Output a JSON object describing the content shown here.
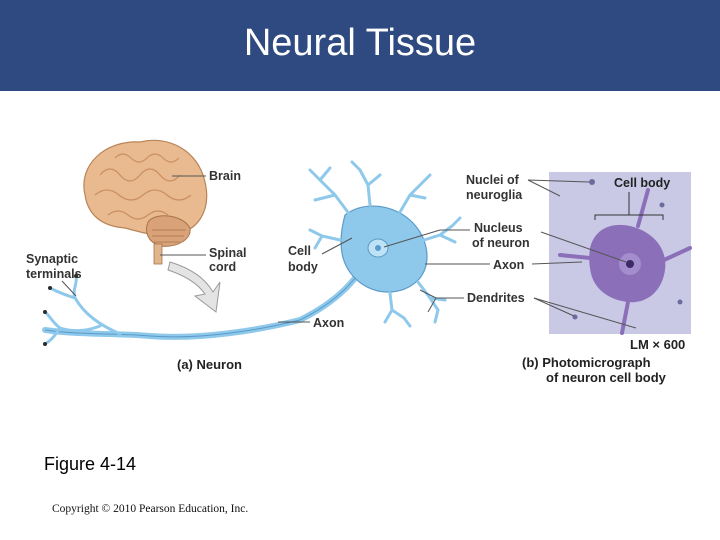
{
  "slide": {
    "title": "Neural Tissue",
    "figure_caption": "Figure 4-14",
    "copyright": "Copyright © 2010 Pearson Education, Inc."
  },
  "diagram": {
    "labels": {
      "brain": "Brain",
      "spinal_line1": "Spinal",
      "spinal_line2": "cord",
      "synaptic_line1": "Synaptic",
      "synaptic_line2": "terminals",
      "cell_line1": "Cell",
      "cell_line2": "body",
      "axon_left": "Axon",
      "caption_a": "(a) Neuron",
      "nuclei_line1": "Nuclei of",
      "nuclei_line2": "neuroglia",
      "nucleus_line1": "Nucleus",
      "nucleus_line2": "of neuron",
      "axon_right": "Axon",
      "dendrites": "Dendrites",
      "cell_body_photo": "Cell body",
      "magnification": "LM × 600",
      "caption_b_line1": "(b) Photomicrograph",
      "caption_b_line2": "of neuron cell body"
    },
    "colors": {
      "title_bar": "#2e4a80",
      "neuron_blue": "#8ec9ec",
      "brain": "#e9b98f",
      "micrograph_bg": "#c9c9e6",
      "stained_neuron": "#8b6fb8"
    }
  }
}
